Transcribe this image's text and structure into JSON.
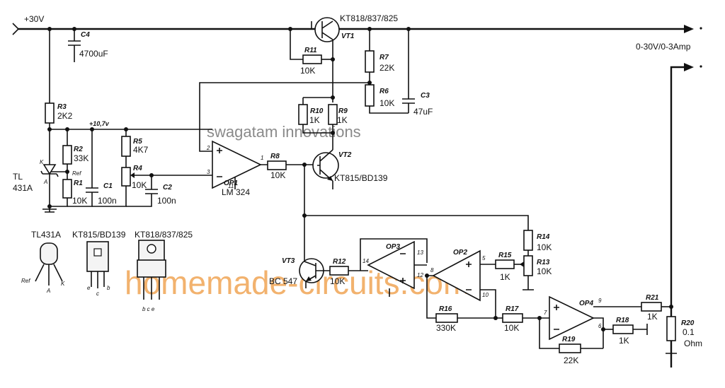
{
  "supply": {
    "voltage": "+30V",
    "output": "0-30V/0-3Amp",
    "ref_rail": "+10,7v"
  },
  "watermarks": {
    "top": "swagatam innovations",
    "main": "homemade-circuits.com"
  },
  "transistors": {
    "vt1": {
      "ref": "VT1",
      "type": "KT818/837/825"
    },
    "vt2": {
      "ref": "VT2",
      "type": "KT815/BD139"
    },
    "vt3": {
      "ref": "VT3",
      "type": "BC 547"
    }
  },
  "opamps": {
    "op1": {
      "ref": "OP1",
      "type": "LM 324",
      "pins": [
        "2",
        "3",
        "1",
        "11"
      ]
    },
    "op2": {
      "ref": "OP2",
      "pins": [
        "5",
        "10",
        "8"
      ]
    },
    "op3": {
      "ref": "OP3",
      "pins": [
        "14",
        "13",
        "12"
      ]
    },
    "op4": {
      "ref": "OP4",
      "pins": [
        "7",
        "9",
        "6"
      ]
    }
  },
  "resistors": {
    "r1": {
      "ref": "R1",
      "value": "10K"
    },
    "r2": {
      "ref": "R2",
      "value": "33K"
    },
    "r3": {
      "ref": "R3",
      "value": "2K2"
    },
    "r4": {
      "ref": "R4",
      "value": "10K"
    },
    "r5": {
      "ref": "R5",
      "value": "4K7"
    },
    "r6": {
      "ref": "R6",
      "value": "10K"
    },
    "r7": {
      "ref": "R7",
      "value": "22K"
    },
    "r8": {
      "ref": "R8",
      "value": "10K"
    },
    "r9": {
      "ref": "R9",
      "value": "1K"
    },
    "r10": {
      "ref": "R10",
      "value": "1K"
    },
    "r11": {
      "ref": "R11",
      "value": "10K"
    },
    "r12": {
      "ref": "R12",
      "value": "10K"
    },
    "r13": {
      "ref": "R13",
      "value": "10K"
    },
    "r14": {
      "ref": "R14",
      "value": "10K"
    },
    "r15": {
      "ref": "R15",
      "value": "1K"
    },
    "r16": {
      "ref": "R16",
      "value": "330K"
    },
    "r17": {
      "ref": "R17",
      "value": "10K"
    },
    "r18": {
      "ref": "R18",
      "value": "1K"
    },
    "r19": {
      "ref": "R19",
      "value": "22K"
    },
    "r20": {
      "ref": "R20",
      "value": "0.1",
      "unit": "Ohm"
    },
    "r21": {
      "ref": "R21",
      "value": "1K"
    }
  },
  "capacitors": {
    "c1": {
      "ref": "C1",
      "value": "100n"
    },
    "c2": {
      "ref": "C2",
      "value": "100n"
    },
    "c3": {
      "ref": "C3",
      "value": "47uF"
    },
    "c4": {
      "ref": "C4",
      "value": "4700uF"
    }
  },
  "reference": {
    "name_line1": "TL",
    "name_line2": "431A",
    "pin_k": "K",
    "pin_a": "A",
    "pin_ref": "Ref"
  },
  "packages": {
    "tl431": {
      "label": "TL431A",
      "pins": [
        "Ref",
        "A",
        "K"
      ]
    },
    "kt815": {
      "label": "KT815/BD139",
      "pins": [
        "e",
        "c",
        "b"
      ]
    },
    "kt818": {
      "label": "KT818/837/825",
      "pins": [
        "b c e"
      ]
    }
  }
}
